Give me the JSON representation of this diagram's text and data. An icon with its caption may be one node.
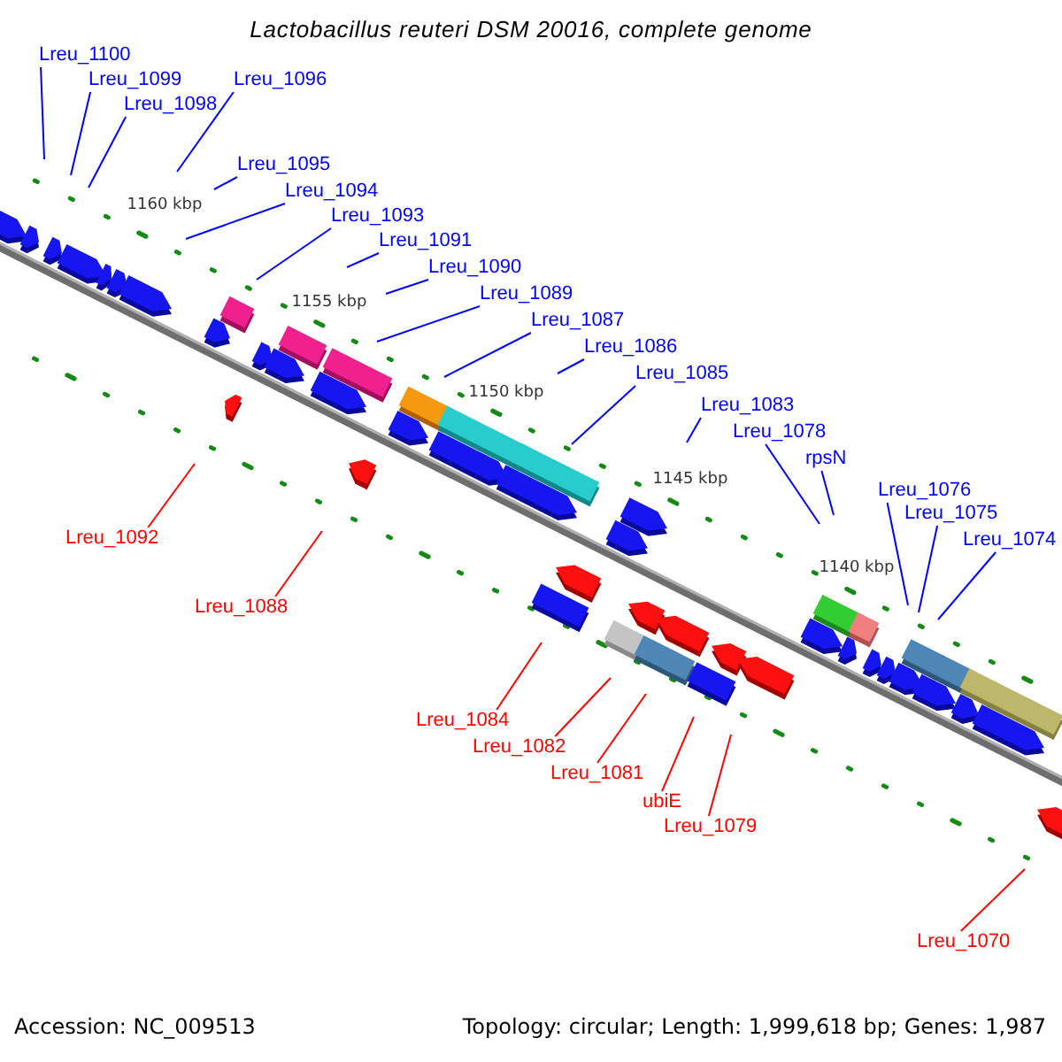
{
  "diagram": {
    "title": "Lactobacillus reuteri DSM 20016, complete genome",
    "nodes": [
      {
        "text": [
          "Lreu_1100"
        ]
      },
      {
        "text": [
          "Lreu_1099"
        ]
      },
      {
        "text": [
          "Lreu_1098"
        ]
      },
      {
        "text": [
          "Lreu_1096"
        ]
      },
      {
        "text": [
          "Lreu_1095"
        ]
      },
      {
        "text": [
          "Lreu_1094"
        ]
      },
      {
        "text": [
          "Lreu_1093"
        ]
      },
      {
        "text": [
          "Lreu_1091"
        ]
      },
      {
        "text": [
          "Lreu_1090"
        ]
      },
      {
        "text": [
          "Lreu_1089"
        ]
      },
      {
        "text": [
          "Lreu_1087"
        ]
      },
      {
        "text": [
          "Lreu_1086"
        ]
      },
      {
        "text": [
          "Lreu_1085"
        ]
      },
      {
        "text": [
          "Lreu_1083"
        ]
      },
      {
        "text": [
          "Lreu_1078"
        ]
      },
      {
        "text": [
          "rpsN"
        ]
      },
      {
        "text": [
          "Lreu_1076"
        ]
      },
      {
        "text": [
          "Lreu_1075"
        ]
      },
      {
        "text": [
          "Lreu_1074"
        ]
      },
      {
        "text": [
          "Lreu_1092"
        ]
      },
      {
        "text": [
          "Lreu_1088"
        ]
      },
      {
        "text": [
          "Lreu_1084"
        ]
      },
      {
        "text": [
          "Lreu_1082"
        ]
      },
      {
        "text": [
          "Lreu_1081"
        ]
      },
      {
        "text": [
          "ubiE"
        ]
      },
      {
        "text": [
          "Lreu_1079"
        ]
      },
      {
        "text": [
          "Lreu_1070"
        ]
      }
    ],
    "edges": [
      {
        "from": 0,
        "to": null,
        "arrow": "none"
      },
      {
        "from": 1,
        "to": null,
        "arrow": "none"
      },
      {
        "from": 2,
        "to": null,
        "arrow": "none"
      },
      {
        "from": 3,
        "to": null,
        "arrow": "none"
      },
      {
        "from": 4,
        "to": null,
        "arrow": "none"
      },
      {
        "from": 5,
        "to": null,
        "arrow": "none"
      },
      {
        "from": 6,
        "to": null,
        "arrow": "none"
      },
      {
        "from": 7,
        "to": null,
        "arrow": "none"
      },
      {
        "from": 8,
        "to": null,
        "arrow": "none"
      },
      {
        "from": 9,
        "to": null,
        "arrow": "none"
      },
      {
        "from": 10,
        "to": null,
        "arrow": "none"
      },
      {
        "from": 11,
        "to": null,
        "arrow": "none"
      },
      {
        "from": 12,
        "to": null,
        "arrow": "none"
      },
      {
        "from": 13,
        "to": null,
        "arrow": "none"
      },
      {
        "from": 14,
        "to": null,
        "arrow": "none"
      },
      {
        "from": 15,
        "to": null,
        "arrow": "none"
      },
      {
        "from": 16,
        "to": null,
        "arrow": "none"
      },
      {
        "from": 17,
        "to": null,
        "arrow": "none"
      },
      {
        "from": 18,
        "to": null,
        "arrow": "none"
      },
      {
        "from": 19,
        "to": null,
        "arrow": "none",
        "color": "#ff0000"
      },
      {
        "from": 20,
        "to": null,
        "arrow": "none",
        "color": "#ff0000"
      },
      {
        "from": 21,
        "to": null,
        "arrow": "none",
        "color": "#ff0000"
      },
      {
        "from": 22,
        "to": null,
        "arrow": "none",
        "color": "#ff0000"
      },
      {
        "from": 23,
        "to": null,
        "arrow": "none",
        "color": "#ff0000"
      },
      {
        "from": 24,
        "to": null,
        "arrow": "none",
        "color": "#ff0000"
      },
      {
        "from": 25,
        "to": null,
        "arrow": "none",
        "color": "#ff0000"
      },
      {
        "from": 26,
        "to": null,
        "arrow": "none",
        "color": "#ff0000"
      }
    ],
    "labels": [
      "1160 kbp",
      "1155 kbp",
      "1150 kbp",
      "1145 kbp",
      "1140 kbp",
      "Accession: NC_009513",
      "Topology: circular; Length: 1,999,618 bp; Genes: 1,987"
    ]
  }
}
